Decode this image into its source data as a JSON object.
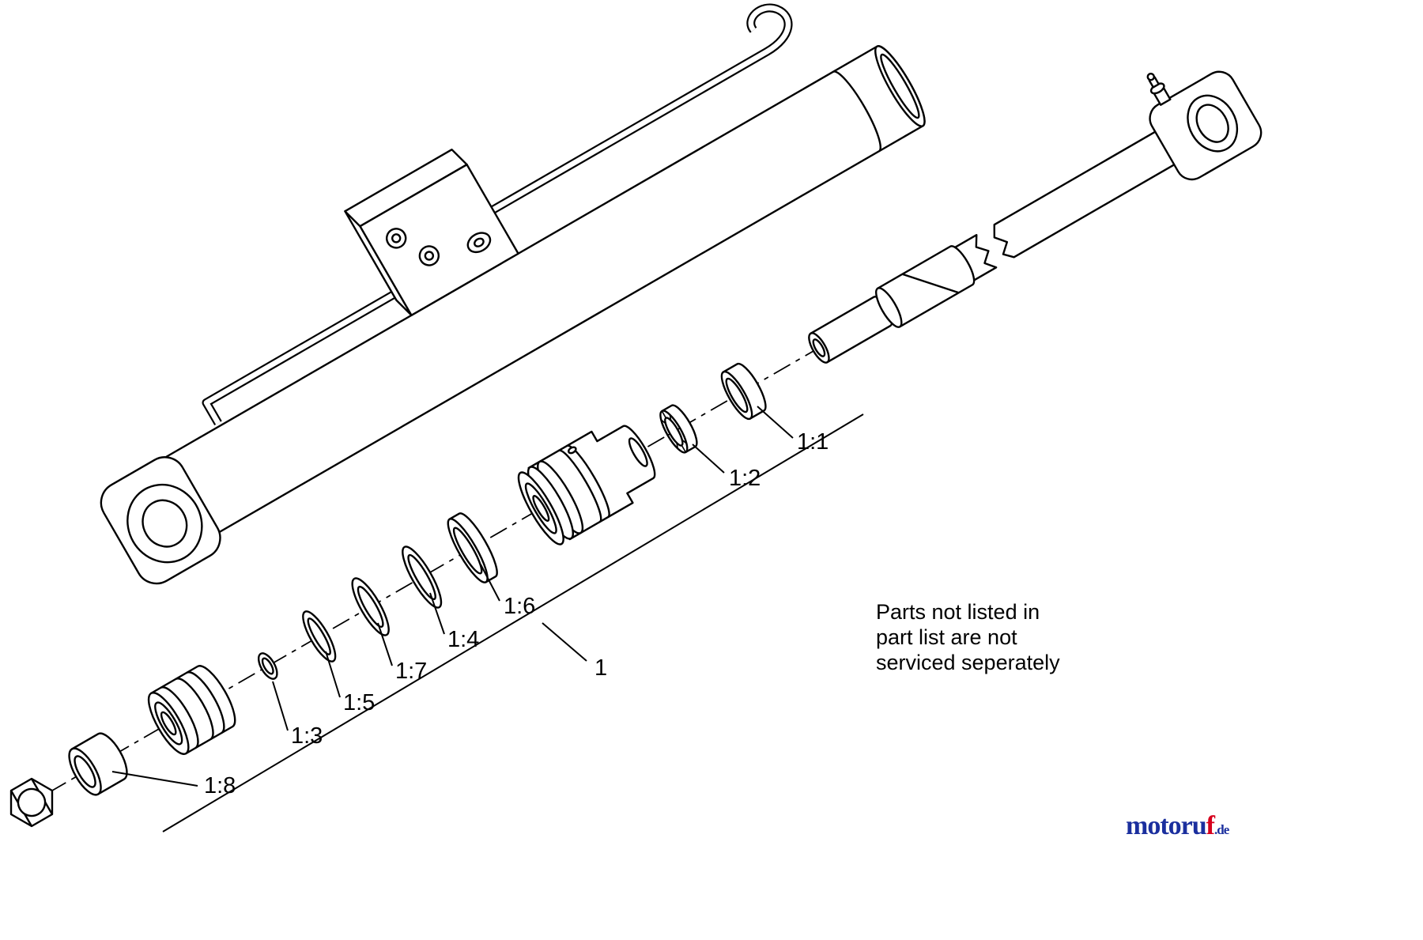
{
  "document": {
    "background_color": "#ffffff",
    "ink_color": "#000000"
  },
  "part_labels": [
    {
      "id": "1-8",
      "text": "1:8"
    },
    {
      "id": "1-3",
      "text": "1:3"
    },
    {
      "id": "1-5",
      "text": "1:5"
    },
    {
      "id": "1-7",
      "text": "1:7"
    },
    {
      "id": "1-4",
      "text": "1:4"
    },
    {
      "id": "1-6",
      "text": "1:6"
    },
    {
      "id": "1",
      "text": "1"
    },
    {
      "id": "1-2",
      "text": "1:2"
    },
    {
      "id": "1-1",
      "text": "1:1"
    }
  ],
  "note": {
    "line1": "Parts not listed in",
    "line2": "part list are not",
    "line3": "serviced seperately"
  },
  "logo": {
    "brand_prefix": "motoru",
    "brand_accent": "f",
    "domain": ".de",
    "brand_color": "#1b2f9e",
    "accent_color": "#d6001c"
  }
}
